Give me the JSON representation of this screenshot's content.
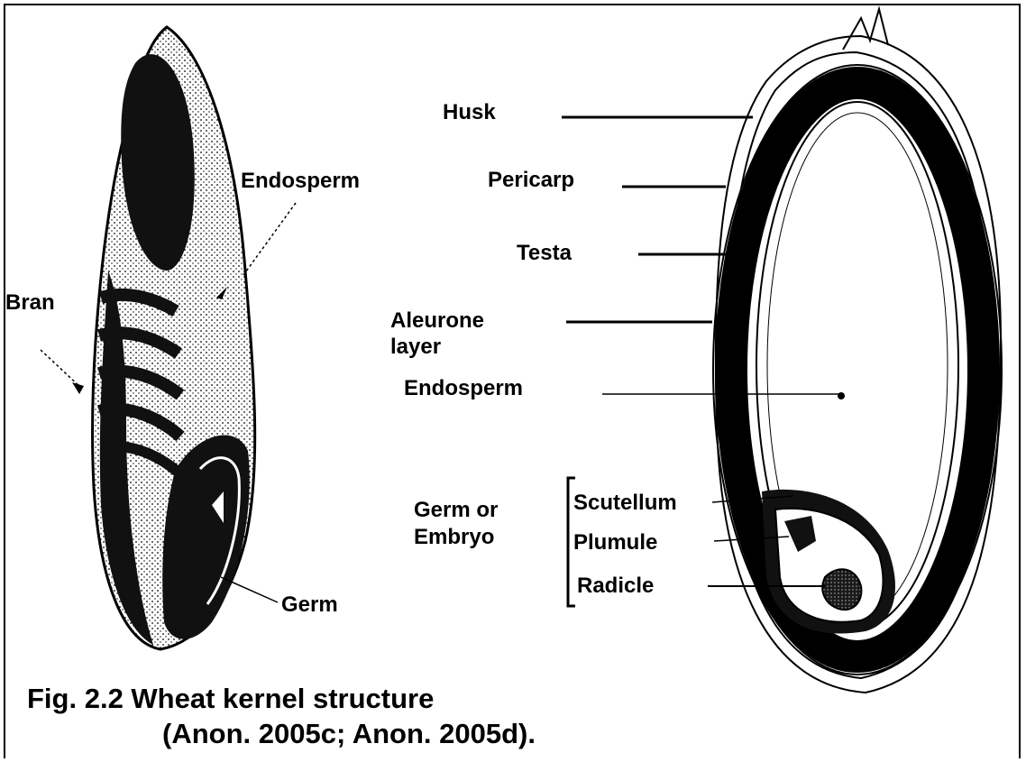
{
  "left_kernel": {
    "endosperm_label": "Endosperm",
    "bran_label": "Bran",
    "germ_label": "Germ"
  },
  "cross_section": {
    "husk_label": "Husk",
    "pericarp_label": "Pericarp",
    "testa_label": "Testa",
    "aleurone_line1": "Aleurone",
    "aleurone_line2": "layer",
    "endosperm_label": "Endosperm",
    "germ_group_line1": "Germ or",
    "germ_group_line2": "Embryo",
    "scutellum_label": "Scutellum",
    "plumule_label": "Plumule",
    "radicle_label": "Radicle"
  },
  "caption": {
    "line1": "Fig. 2.2  Wheat kernel structure",
    "line2": "(Anon.  2005c; Anon.  2005d)."
  }
}
